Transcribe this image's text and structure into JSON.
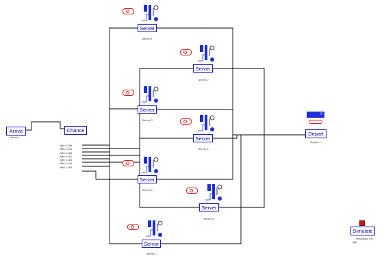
{
  "blocks": {
    "arrive": "Arrive",
    "chance": "Chance",
    "depart": "Depart",
    "simulate": "Simulate",
    "server": "Server"
  },
  "captions": {
    "arrive": "Arrive 1",
    "depart": "Depart 1",
    "simulate_line1": "Simulation Lib",
    "simulate_line2": "Vail"
  },
  "servers": [
    {
      "caption": "Server 1"
    },
    {
      "caption": "Server 2"
    },
    {
      "caption": "Server 3"
    },
    {
      "caption": "Server 4"
    },
    {
      "caption": "Server 5"
    },
    {
      "caption": "Server 6"
    },
    {
      "caption": "Server 7"
    }
  ],
  "chance_probabilities": [
    "With 0.166",
    "With 0.044",
    "With 0.166",
    "With 0.113",
    "With 0.166",
    "With 0.044",
    "With 0.166"
  ],
  "depart_counter": "0",
  "colors": {
    "block_border": "#1a1ad0",
    "wire": "#000000",
    "server_blue": "#1f2fd6",
    "token_red": "#e02020"
  }
}
